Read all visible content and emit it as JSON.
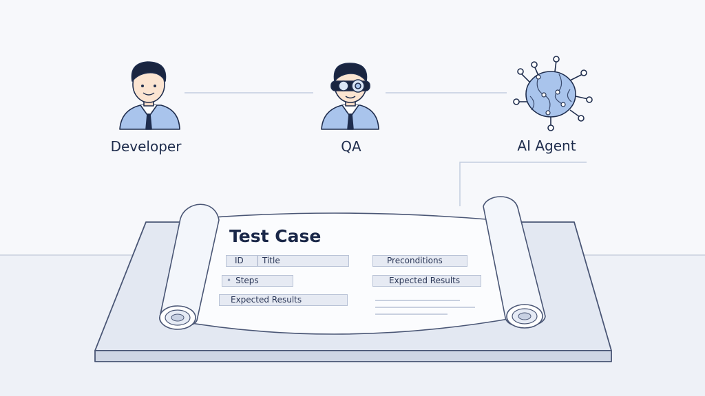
{
  "actors": [
    {
      "id": "developer",
      "label": "Developer",
      "icon": "developer-icon"
    },
    {
      "id": "qa",
      "label": "QA",
      "icon": "qa-tester-icon"
    },
    {
      "id": "ai",
      "label": "AI Agent",
      "icon": "ai-brain-icon"
    }
  ],
  "document": {
    "title": "Test Case",
    "fields": {
      "id": "ID",
      "title": "Title",
      "steps": "Steps",
      "expected_left": "Expected Results",
      "preconditions": "Preconditions",
      "expected_right": "Expected Results"
    }
  },
  "colors": {
    "accent": "#a9c4ec",
    "ink": "#1f2d4d",
    "line": "#c3cde0",
    "desk": "#dfe4ef"
  }
}
